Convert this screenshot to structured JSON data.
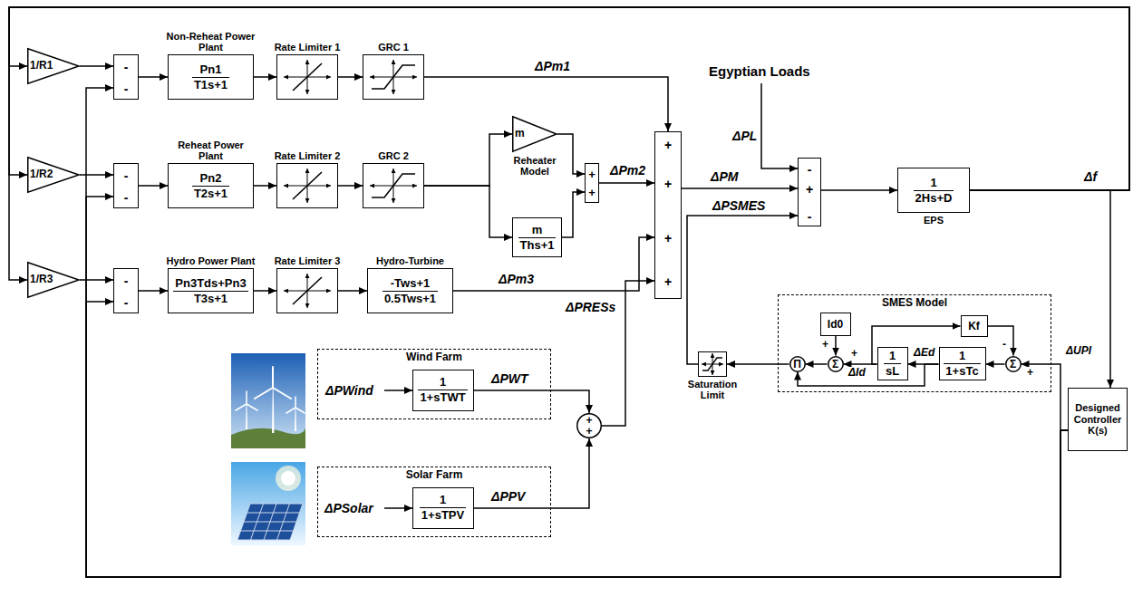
{
  "diagram": {
    "nodes": [
      {
        "text": [
          "1/R1"
        ]
      },
      {
        "text": [
          "1/R2"
        ]
      },
      {
        "text": [
          "1/R3"
        ]
      },
      {
        "text": [
          "-",
          "-"
        ]
      },
      {
        "text": [
          "Non-Reheat Power Plant",
          "Pn1",
          "T1s+1"
        ]
      },
      {
        "text": [
          "Rate Limiter 1"
        ]
      },
      {
        "text": [
          "GRC 1"
        ]
      },
      {
        "text": [
          "-",
          "-"
        ]
      },
      {
        "text": [
          "Reheat Power Plant",
          "Pn2",
          "T2s+1"
        ]
      },
      {
        "text": [
          "Rate Limiter 2"
        ]
      },
      {
        "text": [
          "GRC 2"
        ]
      },
      {
        "text": [
          "m",
          "Reheater Model"
        ]
      },
      {
        "text": [
          "m",
          "Ths+1"
        ]
      },
      {
        "text": [
          "+",
          "+"
        ]
      },
      {
        "text": [
          "-",
          "-"
        ]
      },
      {
        "text": [
          "Hydro Power Plant",
          "Pn3Tds+Pn3",
          "T3s+1"
        ]
      },
      {
        "text": [
          "Rate Limiter 3"
        ]
      },
      {
        "text": [
          "Hydro-Turbine",
          "-Tws+1",
          "0.5Tws+1"
        ]
      },
      {
        "text": [
          "+",
          "+",
          "+",
          "+"
        ]
      },
      {
        "text": [
          "-",
          "+",
          "-"
        ]
      },
      {
        "text": [
          "1",
          "2Hs+D",
          "EPS"
        ]
      },
      {
        "text": [
          "Designed Controller K(s)"
        ]
      },
      {
        "text": [
          "Wind Farm"
        ]
      },
      {
        "text": [
          "1",
          "1+sTWT"
        ],
        "in": 22
      },
      {
        "text": [
          "Solar Farm"
        ]
      },
      {
        "text": [
          "1",
          "1+sTPV"
        ],
        "in": 24
      },
      {
        "text": [
          "+",
          "+"
        ]
      },
      {
        "text": [
          "SMES Model"
        ]
      },
      {
        "text": [
          "Id0"
        ],
        "in": 27
      },
      {
        "text": [
          "Kf"
        ],
        "in": 27
      },
      {
        "text": [
          "Σ"
        ],
        "in": 27
      },
      {
        "text": [
          "1",
          "sL"
        ],
        "in": 27
      },
      {
        "text": [
          "1",
          "1+sTc"
        ],
        "in": 27
      },
      {
        "text": [
          "Σ"
        ],
        "in": 27
      },
      {
        "text": [
          "Π"
        ],
        "in": 27
      },
      {
        "text": [
          "Saturation Limit"
        ]
      }
    ],
    "edges": [
      {
        "from": 20,
        "to": 0,
        "arrow": "to"
      },
      {
        "from": 20,
        "to": 1,
        "arrow": "to"
      },
      {
        "from": 20,
        "to": 2,
        "arrow": "to"
      },
      {
        "from": 0,
        "to": 3,
        "arrow": "to"
      },
      {
        "from": 1,
        "to": 7,
        "arrow": "to"
      },
      {
        "from": 2,
        "to": 14,
        "arrow": "to"
      },
      {
        "from": 21,
        "to": 3,
        "arrow": "to"
      },
      {
        "from": 21,
        "to": 7,
        "arrow": "to"
      },
      {
        "from": 21,
        "to": 14,
        "arrow": "to"
      },
      {
        "from": 3,
        "to": 4,
        "arrow": "to"
      },
      {
        "from": 4,
        "to": 5,
        "arrow": "to"
      },
      {
        "from": 5,
        "to": 6,
        "arrow": "to"
      },
      {
        "from": 6,
        "to": 18,
        "label": "ΔPm1",
        "arrow": "to"
      },
      {
        "from": 7,
        "to": 8,
        "arrow": "to"
      },
      {
        "from": 8,
        "to": 9,
        "arrow": "to"
      },
      {
        "from": 9,
        "to": 10,
        "arrow": "to"
      },
      {
        "from": 10,
        "to": 11,
        "arrow": "to"
      },
      {
        "from": 10,
        "to": 12,
        "arrow": "to"
      },
      {
        "from": 11,
        "to": 13,
        "arrow": "to"
      },
      {
        "from": 12,
        "to": 13,
        "arrow": "to"
      },
      {
        "from": 13,
        "to": 18,
        "label": "ΔPm2",
        "arrow": "to"
      },
      {
        "from": 14,
        "to": 15,
        "arrow": "to"
      },
      {
        "from": 15,
        "to": 16,
        "arrow": "to"
      },
      {
        "from": 16,
        "to": 17,
        "arrow": "to"
      },
      {
        "from": 17,
        "to": 18,
        "label": "ΔPm3",
        "arrow": "to"
      },
      {
        "from": 23,
        "to": 26,
        "label": "ΔPWT",
        "arrow": "to"
      },
      {
        "from": 25,
        "to": 26,
        "label": "ΔPPV",
        "arrow": "to"
      },
      {
        "from": 26,
        "to": 18,
        "label": "ΔPRESs",
        "arrow": "to"
      },
      {
        "from": 18,
        "to": 19,
        "label": "ΔPM",
        "arrow": "to"
      },
      {
        "from": 19,
        "to": 20,
        "arrow": "to"
      },
      {
        "from": 20,
        "to": 21,
        "label": "Δf",
        "arrow": "to"
      },
      {
        "from": 21,
        "to": 33,
        "label": "ΔUPI",
        "arrow": "to"
      },
      {
        "from": 33,
        "to": 32,
        "arrow": "to"
      },
      {
        "from": 32,
        "to": 31,
        "label": "ΔEd",
        "arrow": "to"
      },
      {
        "from": 31,
        "to": 30,
        "label": "ΔId",
        "arrow": "to"
      },
      {
        "from": 28,
        "to": 30,
        "arrow": "to"
      },
      {
        "from": 31,
        "to": 29,
        "arrow": "to"
      },
      {
        "from": 29,
        "to": 33,
        "arrow": "to"
      },
      {
        "from": 32,
        "to": 34,
        "arrow": "to"
      },
      {
        "from": 30,
        "to": 34,
        "arrow": "to"
      },
      {
        "from": 34,
        "to": 35,
        "arrow": "to"
      },
      {
        "from": 35,
        "to": 19,
        "label": "ΔPSMES",
        "arrow": "to"
      }
    ],
    "labels": [
      "Egyptian Loads",
      "ΔPL",
      "ΔPWind",
      "ΔPSolar",
      "+",
      "+",
      "-",
      "+"
    ]
  }
}
